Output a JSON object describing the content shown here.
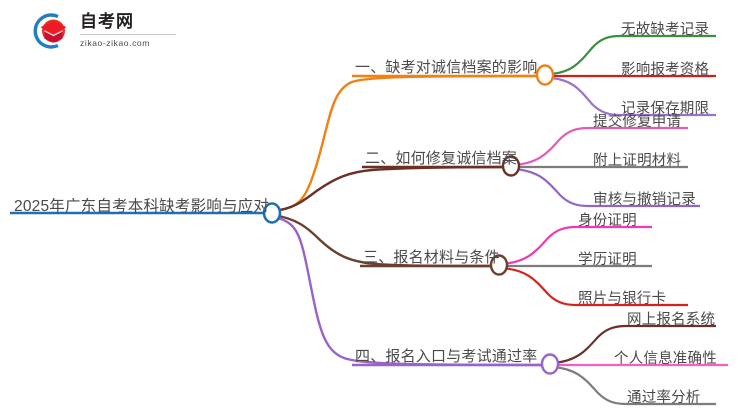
{
  "logo": {
    "name": "自考网",
    "url": "zikao-zikao.com",
    "mark_icon": "graduation-cap-icon",
    "arc_color": "#1f7fc4",
    "cap_color": "#e8322b"
  },
  "mindmap": {
    "root": {
      "label": "2025年广东自考本科缺考影响与应对",
      "color": "#1f6fb4"
    },
    "branches": [
      {
        "label": "一、缺考对诚信档案的影响",
        "color": "#ef8115",
        "children": [
          {
            "label": "无故缺考记录",
            "color": "#3d8f3d"
          },
          {
            "label": "影响报考资格",
            "color": "#d01d1d"
          },
          {
            "label": "记录保存期限",
            "color": "#9a72c9"
          }
        ]
      },
      {
        "label": "二、如何修复诚信档案",
        "color": "#6b3028",
        "children": [
          {
            "label": "提交修复申请",
            "color": "#e45bb3"
          },
          {
            "label": "附上证明材料",
            "color": "#7c7c7c"
          },
          {
            "label": "审核与撤销记录",
            "color": "#8e66c6"
          }
        ]
      },
      {
        "label": "三、报名材料与条件",
        "color": "#6b3f2e",
        "children": [
          {
            "label": "身份证明",
            "color": "#ec3bb8"
          },
          {
            "label": "学历证明",
            "color": "#7c7c7c"
          },
          {
            "label": "照片与银行卡",
            "color": "#d7221b"
          }
        ]
      },
      {
        "label": "四、报名入口与考试通过率",
        "color": "#9a63c9",
        "children": [
          {
            "label": "网上报名系统",
            "color": "#6b3028"
          },
          {
            "label": "个人信息准确性",
            "color": "#f45fc0"
          },
          {
            "label": "通过率分析",
            "color": "#7c7c7c"
          }
        ]
      }
    ]
  }
}
